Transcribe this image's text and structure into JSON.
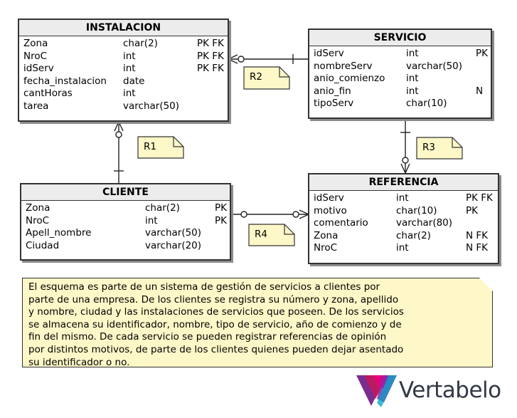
{
  "entities": {
    "instalacion": {
      "title": "INSTALACION",
      "columns": [
        {
          "name": "Zona",
          "type": "char(2)",
          "key": "PK FK"
        },
        {
          "name": "NroC",
          "type": "int",
          "key": "PK FK"
        },
        {
          "name": "idServ",
          "type": "int",
          "key": "PK FK"
        },
        {
          "name": "fecha_instalacion",
          "type": "date",
          "key": ""
        },
        {
          "name": "cantHoras",
          "type": "int",
          "key": ""
        },
        {
          "name": "tarea",
          "type": "varchar(50)",
          "key": ""
        }
      ]
    },
    "servicio": {
      "title": "SERVICIO",
      "columns": [
        {
          "name": "idServ",
          "type": "int",
          "key": "PK"
        },
        {
          "name": "nombreServ",
          "type": "varchar(50)",
          "key": ""
        },
        {
          "name": "anio_comienzo",
          "type": "int",
          "key": ""
        },
        {
          "name": "anio_fin",
          "type": "int",
          "key": "N"
        },
        {
          "name": "tipoServ",
          "type": "char(10)",
          "key": ""
        }
      ]
    },
    "cliente": {
      "title": "CLIENTE",
      "columns": [
        {
          "name": "Zona",
          "type": "char(2)",
          "key": "PK"
        },
        {
          "name": "NroC",
          "type": "int",
          "key": "PK"
        },
        {
          "name": "Apell_nombre",
          "type": "varchar(50)",
          "key": ""
        },
        {
          "name": "Ciudad",
          "type": "varchar(20)",
          "key": ""
        }
      ]
    },
    "referencia": {
      "title": "REFERENCIA",
      "columns": [
        {
          "name": "idServ",
          "type": "int",
          "key": "PK FK"
        },
        {
          "name": "motivo",
          "type": "char(10)",
          "key": "PK"
        },
        {
          "name": "comentario",
          "type": "varchar(80)",
          "key": ""
        },
        {
          "name": "Zona",
          "type": "char(2)",
          "key": "N FK"
        },
        {
          "name": "NroC",
          "type": "int",
          "key": "N FK"
        }
      ]
    }
  },
  "relationships": {
    "r1": "R1",
    "r2": "R2",
    "r3": "R3",
    "r4": "R4"
  },
  "note": {
    "lines": [
      "El esquema es parte de un sistema de gestión de servicios a clientes por",
      "parte de una empresa. De los clientes se registra su número y zona, apellido",
      "y nombre, ciudad y las instalaciones de servicios que poseen. De los servicios",
      "se almacena su identificador, nombre, tipo de servicio, año de comienzo y de",
      "fin del mismo. De cada servicio se pueden registrar referencias de opinión",
      "por distintos motivos, de parte de los clientes quienes pueden dejar asentado",
      "su identificador o no."
    ]
  },
  "logo": {
    "text": "Vertabelo",
    "colors": [
      "#7b2d8e",
      "#c2185b",
      "#e6007e",
      "#00a3c4",
      "#2f3542"
    ]
  }
}
